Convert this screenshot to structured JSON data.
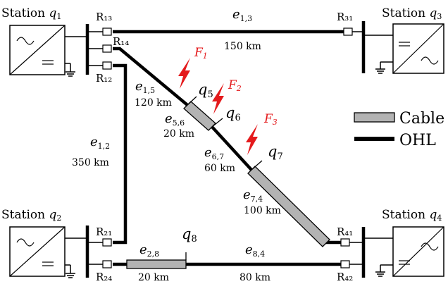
{
  "stations": {
    "q1": {
      "label": "Station",
      "sym": "q",
      "sub": "1"
    },
    "q2": {
      "label": "Station",
      "sym": "q",
      "sub": "2"
    },
    "q3": {
      "label": "Station",
      "sym": "q",
      "sub": "3"
    },
    "q4": {
      "label": "Station",
      "sym": "q",
      "sub": "4"
    }
  },
  "relays": {
    "r13": "R₁₃",
    "r14": "R₁₄",
    "r12": "R₁₂",
    "r31": "R₃₁",
    "r21": "R₂₁",
    "r24": "R₂₄",
    "r41": "R₄₁",
    "r42": "R₄₂"
  },
  "edges": {
    "e13": {
      "sym": "e",
      "sub": "1,3",
      "length": "150 km"
    },
    "e15": {
      "sym": "e",
      "sub": "1,5",
      "length": "120 km"
    },
    "e56": {
      "sym": "e",
      "sub": "5,6",
      "length": "20 km"
    },
    "e67": {
      "sym": "e",
      "sub": "6,7",
      "length": "60 km"
    },
    "e74": {
      "sym": "e",
      "sub": "7,4",
      "length": "100 km"
    },
    "e12": {
      "sym": "e",
      "sub": "1,2",
      "length": "350 km"
    },
    "e28": {
      "sym": "e",
      "sub": "2,8",
      "length": "20 km"
    },
    "e84": {
      "sym": "e",
      "sub": "8,4",
      "length": "80 km"
    }
  },
  "nodes": {
    "q5": {
      "sym": "q",
      "sub": "5"
    },
    "q6": {
      "sym": "q",
      "sub": "6"
    },
    "q7": {
      "sym": "q",
      "sub": "7"
    },
    "q8": {
      "sym": "q",
      "sub": "8"
    }
  },
  "faults": {
    "f1": {
      "sym": "F",
      "sub": "1"
    },
    "f2": {
      "sym": "F",
      "sub": "2"
    },
    "f3": {
      "sym": "F",
      "sub": "3"
    }
  },
  "legend": {
    "cable": "Cable",
    "ohl": "OHL"
  },
  "colors": {
    "cable_fill": "#b3b3b3",
    "fault": "#e41a1c",
    "line": "#000000"
  }
}
